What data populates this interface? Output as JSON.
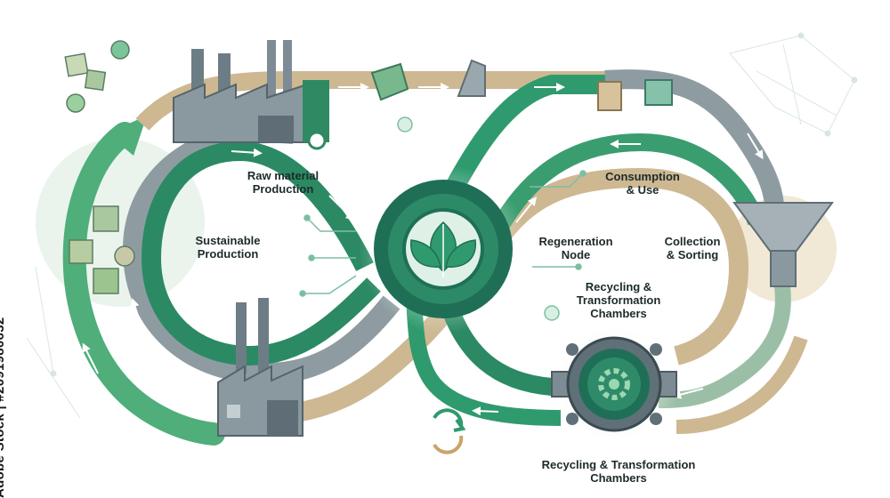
{
  "labels": {
    "raw_material": "Raw material\nProduction",
    "sustainable": "Sustainable\nProduction",
    "regeneration": "Regeneration\nNode",
    "consumption": "Consumption\n& Use",
    "collection": "Collection\n& Sorting",
    "recycling_mid": "Recycling &\nTransformation\nChambers",
    "recycling_bottom": "Recycling & Transformation\nChambers"
  },
  "watermark": "Adobe Stock | #2091980632",
  "colors": {
    "green_dark": "#1f6f57",
    "green": "#2f9a6e",
    "green_light": "#7cc59a",
    "teal": "#3d8a8a",
    "tan": "#c9b38c",
    "gray": "#8a98a0"
  },
  "icons": [
    "factory-icon",
    "leaf-icon",
    "gear-icon",
    "funnel-icon",
    "recycle-icon",
    "cube-icon"
  ]
}
